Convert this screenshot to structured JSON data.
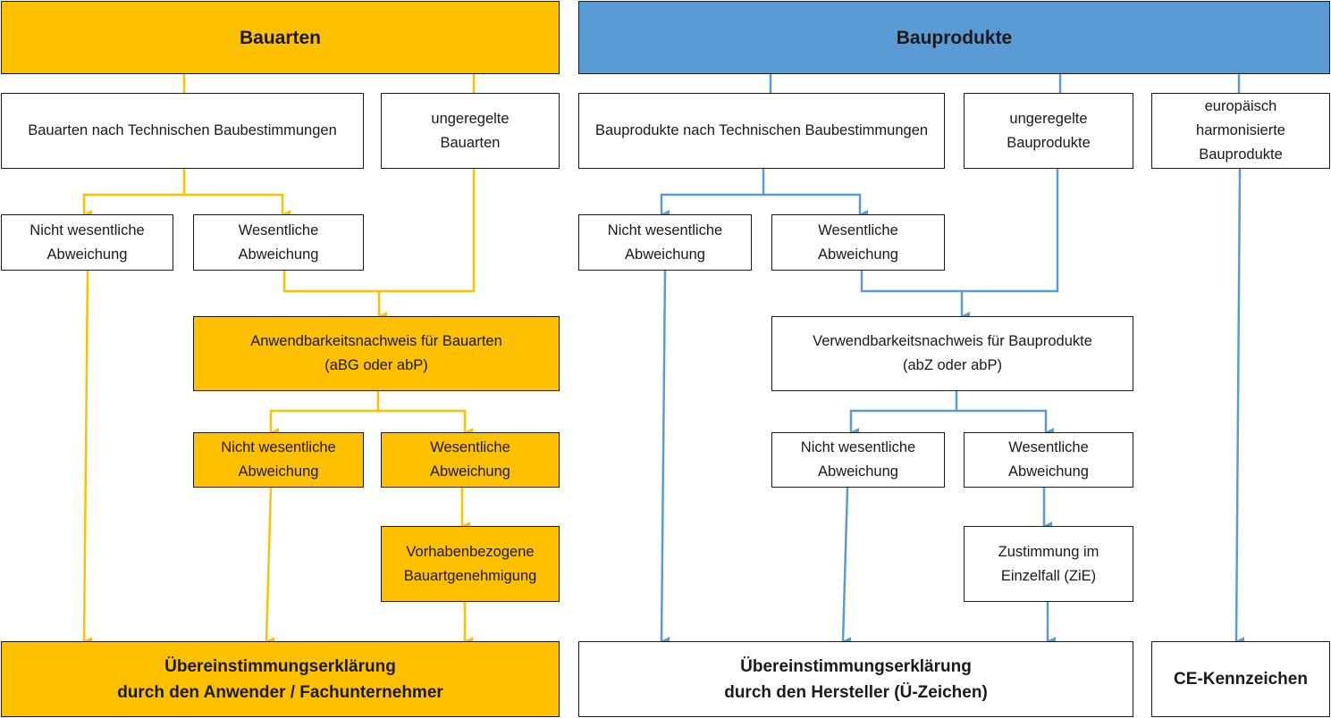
{
  "colors": {
    "yellow": "#ffc000",
    "blue": "#5b9bd5",
    "border": "#1a1a1a"
  },
  "bauarten": {
    "header": "Bauarten",
    "nach_tb": "Bauarten nach Technischen Baubestimmungen",
    "ungeregelt": "ungeregelte\nBauarten",
    "nicht_wesentlich": "Nicht wesentliche\nAbweichung",
    "wesentlich": "Wesentliche\nAbweichung",
    "nachweis": "Anwendbarkeitsnachweis für Bauarten\n(aBG oder abP)",
    "nachweis_nicht_wesentlich": "Nicht wesentliche\nAbweichung",
    "nachweis_wesentlich": "Wesentliche\nAbweichung",
    "vorhaben": "Vorhabenbezogene\nBauartgenehmigung",
    "erklaerung": "Übereinstimmungserklärung\ndurch den Anwender / Fachunternehmer"
  },
  "bauprodukte": {
    "header": "Bauprodukte",
    "nach_tb": "Bauprodukte nach Technischen Baubestimmungen",
    "ungeregelt": "ungeregelte\nBauprodukte",
    "harmonisiert": "europäisch\nharmonisierte\nBauprodukte",
    "nicht_wesentlich": "Nicht wesentliche\nAbweichung",
    "wesentlich": "Wesentliche\nAbweichung",
    "nachweis": "Verwendbarkeitsnachweis für Bauprodukte\n(abZ oder abP)",
    "nachweis_nicht_wesentlich": "Nicht wesentliche\nAbweichung",
    "nachweis_wesentlich": "Wesentliche\nAbweichung",
    "zie": "Zustimmung im\nEinzelfall (ZiE)",
    "erklaerung": "Übereinstimmungserklärung\ndurch den Hersteller (Ü-Zeichen)",
    "ce": "CE-Kennzeichen"
  }
}
